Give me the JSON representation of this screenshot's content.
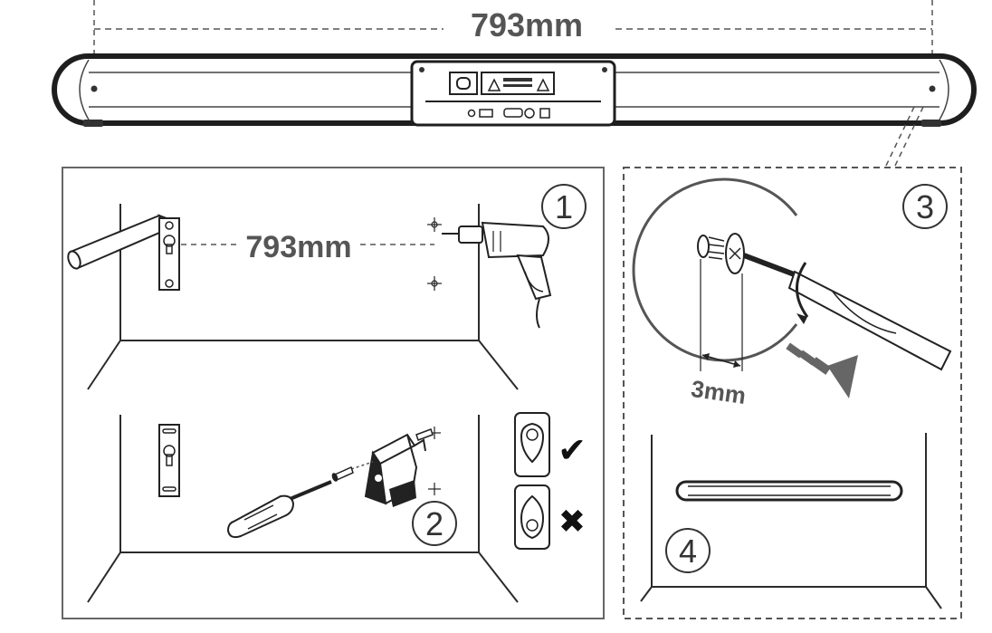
{
  "top_dimension": {
    "label": "793mm"
  },
  "steps": [
    {
      "number": "1",
      "dimension_label": "793mm"
    },
    {
      "number": "2"
    },
    {
      "number": "3",
      "dimension_label": "3mm"
    },
    {
      "number": "4"
    }
  ],
  "hole_check": {
    "correct_symbol": "✔",
    "wrong_symbol": "✖"
  },
  "colors": {
    "ink": "#2b2b2b",
    "dim_text": "#555555",
    "arrow": "#666666"
  }
}
